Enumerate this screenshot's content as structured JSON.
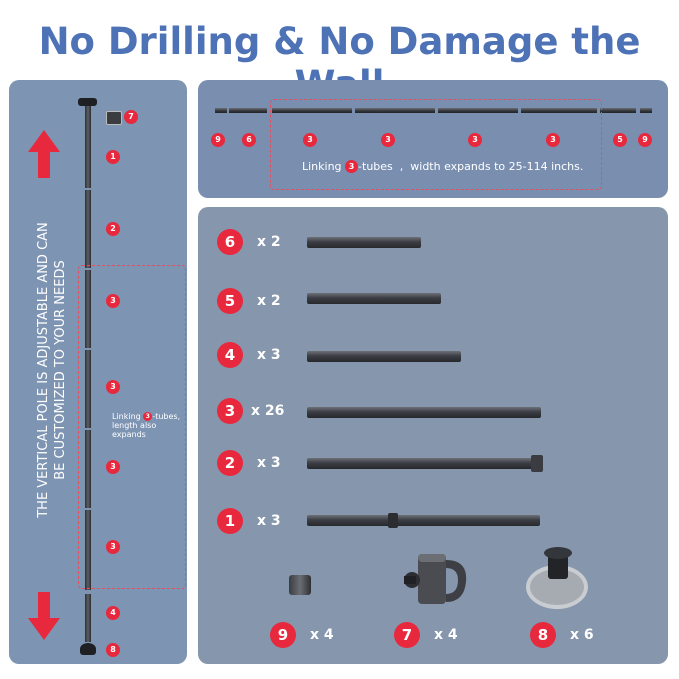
{
  "title": "No Drilling & No Damage the Wall",
  "colors": {
    "title": "#4d72b5",
    "panel": "#7d94b3",
    "badge": "#e8283c"
  },
  "left_panel": {
    "vertical_text_line1": "THE VERTICAL POLE IS ADJUSTABLE AND CAN",
    "vertical_text_line2": "BE CUSTOMIZED TO YOUR NEEDS",
    "link_note_pre": "Linking",
    "link_note_num": "3",
    "link_note_post": "-tubes,",
    "link_note_line2": "length also",
    "link_note_line3": "expands",
    "segment_labels": [
      "7",
      "1",
      "2",
      "3",
      "3",
      "3",
      "3",
      "4",
      "8"
    ],
    "arrows": [
      "up-arrow",
      "down-arrow"
    ]
  },
  "top_panel": {
    "segment_labels": [
      "9",
      "6",
      "3",
      "3",
      "3",
      "3",
      "5",
      "9"
    ],
    "link_pre": "Linking",
    "link_num": "3",
    "link_post": "-tubes  ,  width expands to 25-114 inchs."
  },
  "parts": [
    {
      "num": "6",
      "qty": "x 2"
    },
    {
      "num": "5",
      "qty": "x 2"
    },
    {
      "num": "4",
      "qty": "x 3"
    },
    {
      "num": "3",
      "qty": "x 26"
    },
    {
      "num": "2",
      "qty": "x 3"
    },
    {
      "num": "1",
      "qty": "x 3"
    }
  ],
  "accessories": [
    {
      "num": "9",
      "qty": "x 4",
      "icon": "end-cap-icon"
    },
    {
      "num": "7",
      "qty": "x 4",
      "icon": "clamp-connector-icon"
    },
    {
      "num": "8",
      "qty": "x 6",
      "icon": "suction-pad-icon"
    }
  ]
}
